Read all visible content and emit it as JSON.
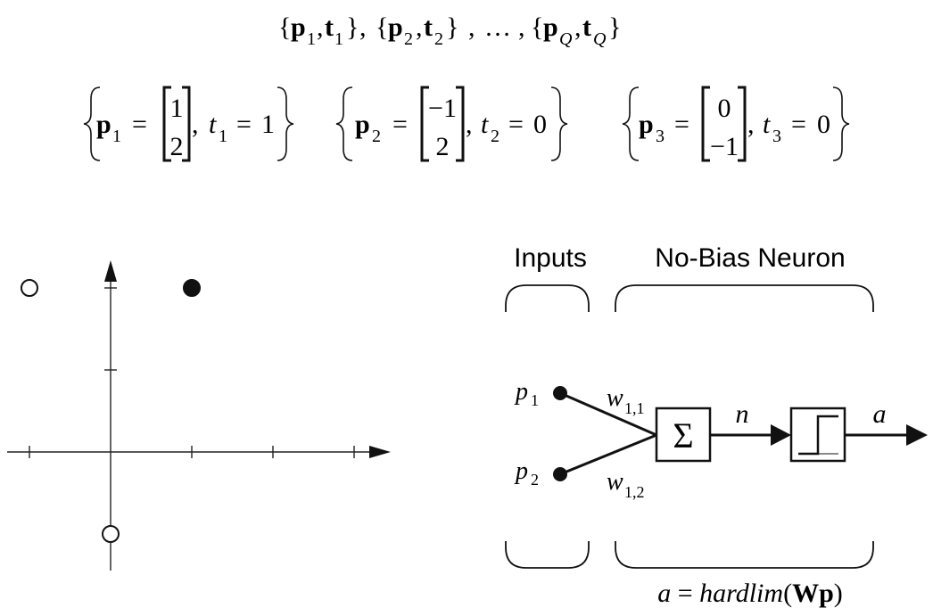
{
  "training_set": {
    "open_brace": "{",
    "close_brace": "}",
    "p": "p",
    "t": "t",
    "sub1": "1",
    "sub2": "2",
    "subQ": "Q",
    "comma": ",",
    "ellipsis": "…"
  },
  "examples": [
    {
      "p_label": "p",
      "p_sub": "1",
      "vec_top": "1",
      "vec_bot": "2",
      "t_label": "t",
      "t_sub": "1",
      "t_val": "1"
    },
    {
      "p_label": "p",
      "p_sub": "2",
      "vec_top": "−1",
      "vec_bot": "2",
      "t_label": "t",
      "t_sub": "2",
      "t_val": "0"
    },
    {
      "p_label": "p",
      "p_sub": "3",
      "vec_top": "0",
      "vec_bot": "−1",
      "t_label": "t",
      "t_sub": "3",
      "t_val": "0"
    }
  ],
  "symbols": {
    "equals": "=",
    "comma": ","
  },
  "plot_points": [
    {
      "x": 1,
      "y": 2,
      "target": 1,
      "style": "filled"
    },
    {
      "x": -1,
      "y": 2,
      "target": 0,
      "style": "open"
    },
    {
      "x": 0,
      "y": -1,
      "target": 0,
      "style": "open"
    }
  ],
  "plot_axes": {
    "x_ticks": [
      -1,
      1,
      2,
      3
    ],
    "y_ticks": [
      1,
      2
    ]
  },
  "network": {
    "inputs_label": "Inputs",
    "neuron_label": "No-Bias Neuron",
    "p_symbol": "p",
    "p1_sub": "1",
    "p2_sub": "2",
    "w_symbol": "w",
    "w11_sub": "1,1",
    "w12_sub": "1,2",
    "sum_symbol": "Σ",
    "n_label": "n",
    "a_label": "a",
    "eq_a": "a",
    "eq_equals": "=",
    "eq_func": "hardlim",
    "eq_open": "(",
    "eq_W": "W",
    "eq_p": "p",
    "eq_close": ")"
  }
}
